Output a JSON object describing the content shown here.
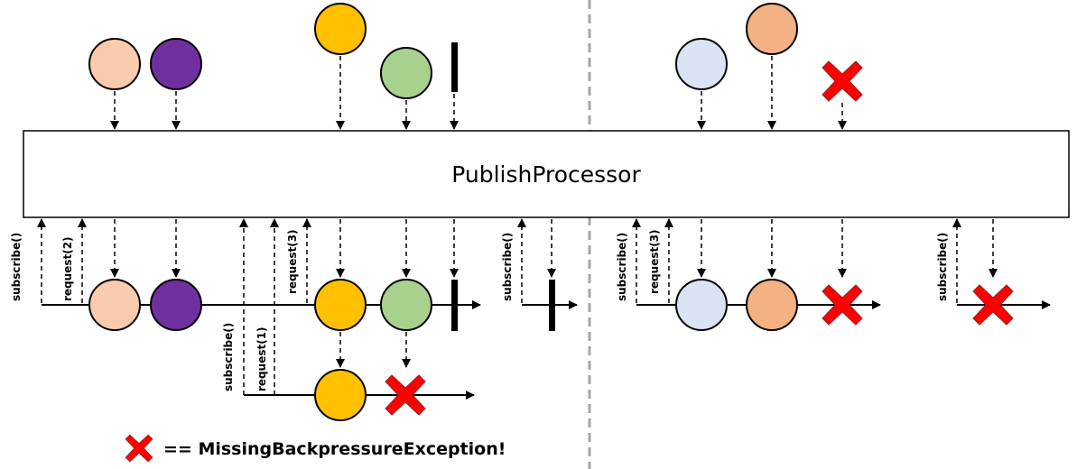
{
  "processor": {
    "label": "PublishProcessor"
  },
  "labels": {
    "subscribe": "subscribe()",
    "request2": "request(2)",
    "request3": "request(3)",
    "request1": "request(1)"
  },
  "legend": {
    "text": "== MissingBackpressureException!"
  },
  "colors": {
    "peach": "#F8CBAD",
    "purple": "#7030A0",
    "gold": "#FFC000",
    "green": "#A9D18E",
    "lightblue": "#DAE3F3",
    "salmon": "#F4B183",
    "error": "#FF0000",
    "divider": "#A6A6A6"
  }
}
